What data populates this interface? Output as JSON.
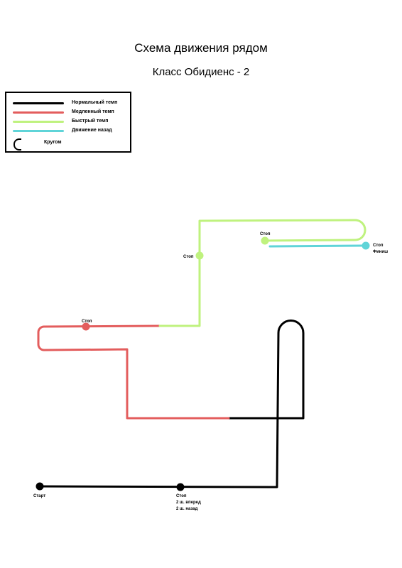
{
  "title": "Схема движения рядом",
  "subtitle": "Класс Обидиенс - 2",
  "colors": {
    "normal": "#000000",
    "slow": "#e35d5d",
    "fast": "#bff27e",
    "back": "#5fd4d8"
  },
  "legend": {
    "items": [
      {
        "label": "Нормальный темп",
        "color": "#000000"
      },
      {
        "label": "Медленный темп",
        "color": "#e35d5d"
      },
      {
        "label": "Быстрый темп",
        "color": "#bff27e"
      },
      {
        "label": "Движение назад",
        "color": "#5fd4d8"
      }
    ],
    "circle_label": "Кругом"
  },
  "labels": {
    "start": "Старт",
    "stop": "Стоп",
    "forward": "2 ш. вперед",
    "back": "2 ш. назад",
    "finish": "Финиш"
  }
}
